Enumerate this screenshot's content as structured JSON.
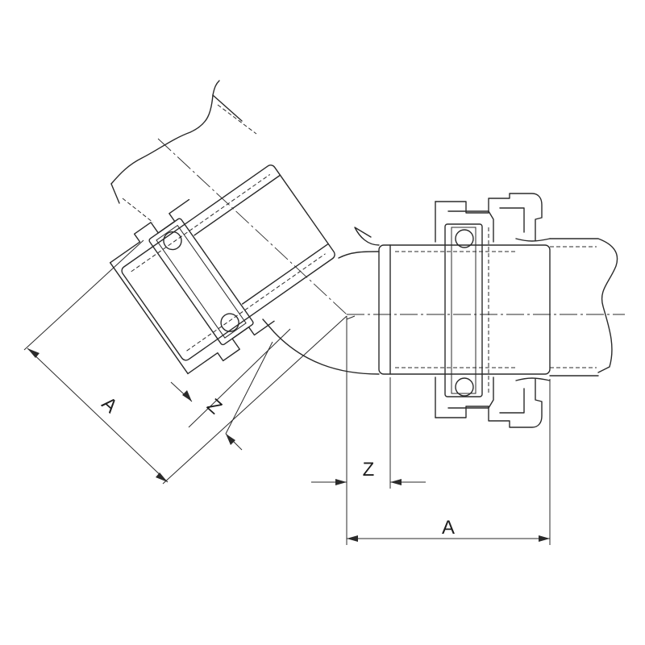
{
  "labels": {
    "dim_a_angled": "A",
    "dim_z_angled": "Z",
    "dim_z_horizontal": "Z",
    "dim_a_horizontal": "A"
  },
  "colors": {
    "line": "#2a2a2a",
    "background": "#ffffff"
  }
}
